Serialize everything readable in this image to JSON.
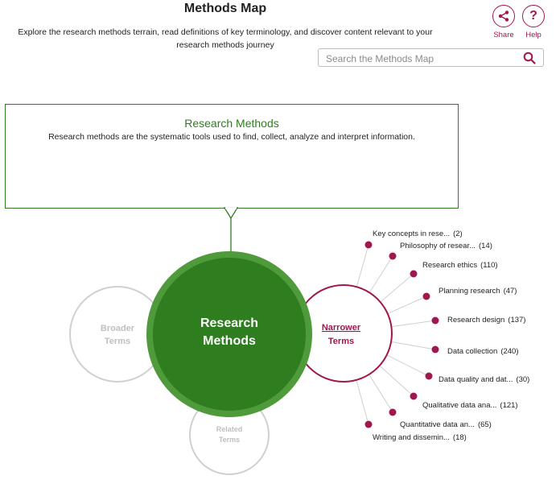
{
  "header": {
    "title": "Methods Map",
    "subtitle": "Explore the research methods terrain, read definitions of key terminology, and discover content relevant to your research methods journey",
    "share_label": "Share",
    "help_label": "Help"
  },
  "search": {
    "placeholder": "Search the Methods Map"
  },
  "definition": {
    "term": "Research Methods",
    "text": "Research methods are the systematic tools used to find, collect, analyze and interpret information."
  },
  "map": {
    "center_label_line1": "Research",
    "center_label_line2": "Methods",
    "broader_line1": "Broader",
    "broader_line2": "Terms",
    "narrower_line1": "Narrower",
    "narrower_line2": "Terms",
    "related_line1": "Related",
    "related_line2": "Terms",
    "narrower_terms": [
      {
        "label": "Key concepts in rese...",
        "count": "(2)"
      },
      {
        "label": "Philosophy of resear...",
        "count": "(14)"
      },
      {
        "label": "Research ethics",
        "count": "(110)"
      },
      {
        "label": "Planning research",
        "count": "(47)"
      },
      {
        "label": "Research design",
        "count": "(137)"
      },
      {
        "label": "Data collection",
        "count": "(240)"
      },
      {
        "label": "Data quality and dat...",
        "count": "(30)"
      },
      {
        "label": "Qualitative data ana...",
        "count": "(121)"
      },
      {
        "label": "Quantitative data an...",
        "count": "(65)"
      },
      {
        "label": "Writing and dissemin...",
        "count": "(18)"
      }
    ]
  },
  "colors": {
    "green": "#2e7d1f",
    "green_light": "#4f9a3a",
    "maroon": "#a0174e",
    "gray": "#c8c8c8"
  }
}
